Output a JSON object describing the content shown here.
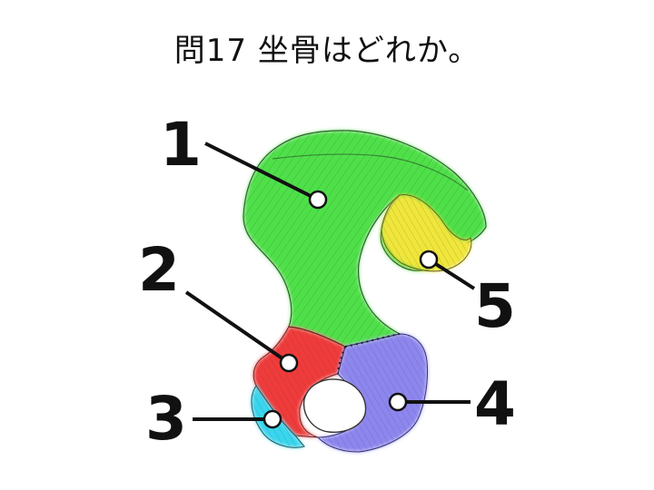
{
  "question": "問17 坐骨はどれか。",
  "labels": {
    "l1": "1",
    "l2": "2",
    "l3": "3",
    "l4": "4",
    "l5": "5"
  },
  "colors": {
    "region_1": "#4fe04a",
    "region_2": "#f03a3a",
    "region_3": "#39d6ee",
    "region_4": "#8d86ee",
    "region_5": "#f0e63a"
  }
}
